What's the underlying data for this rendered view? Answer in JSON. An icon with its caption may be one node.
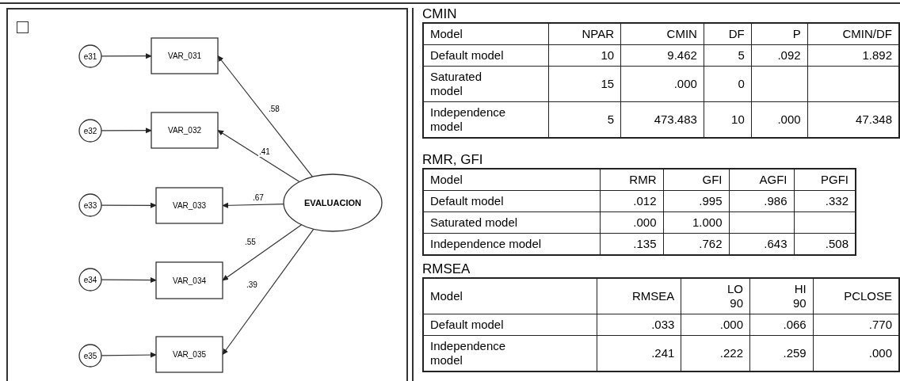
{
  "diagram": {
    "nodes": [
      {
        "text": [
          "e31"
        ]
      },
      {
        "text": [
          "e32"
        ]
      },
      {
        "text": [
          "e33"
        ]
      },
      {
        "text": [
          "e34"
        ]
      },
      {
        "text": [
          "e35"
        ]
      },
      {
        "text": [
          "VAR_031"
        ]
      },
      {
        "text": [
          "VAR_032"
        ]
      },
      {
        "text": [
          "VAR_033"
        ]
      },
      {
        "text": [
          "VAR_034"
        ]
      },
      {
        "text": [
          "VAR_035"
        ]
      },
      {
        "text": [
          "EVALUACION"
        ]
      }
    ],
    "edges": [
      {
        "from": 0,
        "to": 5,
        "arrow": "to"
      },
      {
        "from": 1,
        "to": 6,
        "arrow": "to"
      },
      {
        "from": 2,
        "to": 7,
        "arrow": "to"
      },
      {
        "from": 3,
        "to": 8,
        "arrow": "to"
      },
      {
        "from": 4,
        "to": 9,
        "arrow": "to"
      },
      {
        "from": 10,
        "to": 5,
        "arrow": "to",
        "label": ".58"
      },
      {
        "from": 10,
        "to": 6,
        "arrow": "to",
        "label": ".41"
      },
      {
        "from": 10,
        "to": 7,
        "arrow": "to",
        "label": ".67"
      },
      {
        "from": 10,
        "to": 8,
        "arrow": "to",
        "label": ".55"
      },
      {
        "from": 10,
        "to": 9,
        "arrow": "to",
        "label": ".39"
      }
    ],
    "labels": [
      "CMIN",
      "Model",
      "NPAR",
      "CMIN",
      "DF",
      "P",
      "CMIN/DF",
      "Default model",
      "10",
      "9.462",
      "5",
      ".092",
      "1.892",
      "Saturated model",
      "15",
      ".000",
      "0",
      "Independence model",
      "5",
      "473.483",
      "10",
      ".000",
      "47.348",
      "RMR, GFI",
      "Model",
      "RMR",
      "GFI",
      "AGFI",
      "PGFI",
      "Default model",
      ".012",
      ".995",
      ".986",
      ".332",
      "Saturated model",
      ".000",
      "1.000",
      "Independence model",
      ".135",
      ".762",
      ".643",
      ".508",
      "RMSEA",
      "Model",
      "RMSEA",
      "LO 90",
      "HI 90",
      "PCLOSE",
      "Default model",
      ".033",
      ".000",
      ".066",
      ".770",
      "Independence model",
      ".241",
      ".222",
      ".259",
      ".000"
    ]
  }
}
